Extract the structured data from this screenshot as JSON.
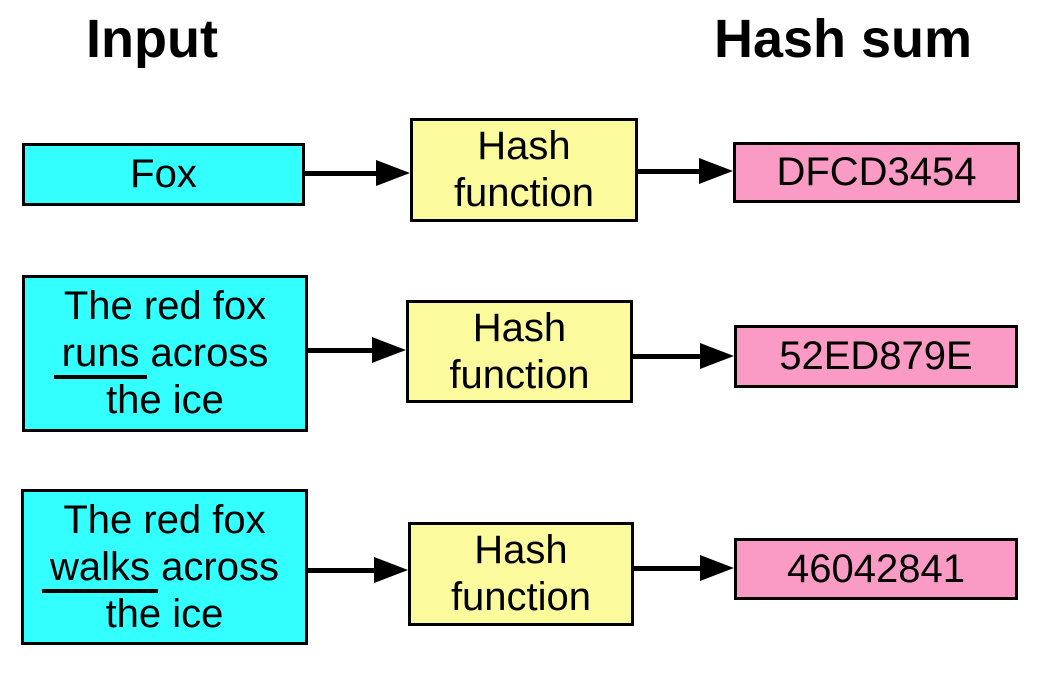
{
  "headers": {
    "input": "Input",
    "hash_sum": "Hash sum"
  },
  "colors": {
    "background": "#FFFFFF",
    "input_box_fill": "#33FFFF",
    "function_box_fill": "#FBFB9E",
    "sum_box_fill": "#F99BC4",
    "box_border": "#000000",
    "arrow": "#000000",
    "text": "#000000"
  },
  "rows": [
    {
      "input_lines": [
        [
          {
            "text": "Fox",
            "underline": false
          }
        ]
      ],
      "function_label": "Hash\nfunction",
      "hash_sum": "DFCD3454"
    },
    {
      "input_lines": [
        [
          {
            "text": "The red fox",
            "underline": false
          }
        ],
        [
          {
            "text": "runs",
            "underline": true
          },
          {
            "text": " across",
            "underline": false
          }
        ],
        [
          {
            "text": "the ice",
            "underline": false
          }
        ]
      ],
      "function_label": "Hash\nfunction",
      "hash_sum": "52ED879E"
    },
    {
      "input_lines": [
        [
          {
            "text": "The red fox",
            "underline": false
          }
        ],
        [
          {
            "text": "walks",
            "underline": true
          },
          {
            "text": " across",
            "underline": false
          }
        ],
        [
          {
            "text": "the ice",
            "underline": false
          }
        ]
      ],
      "function_label": "Hash\nfunction",
      "hash_sum": "46042841"
    }
  ]
}
